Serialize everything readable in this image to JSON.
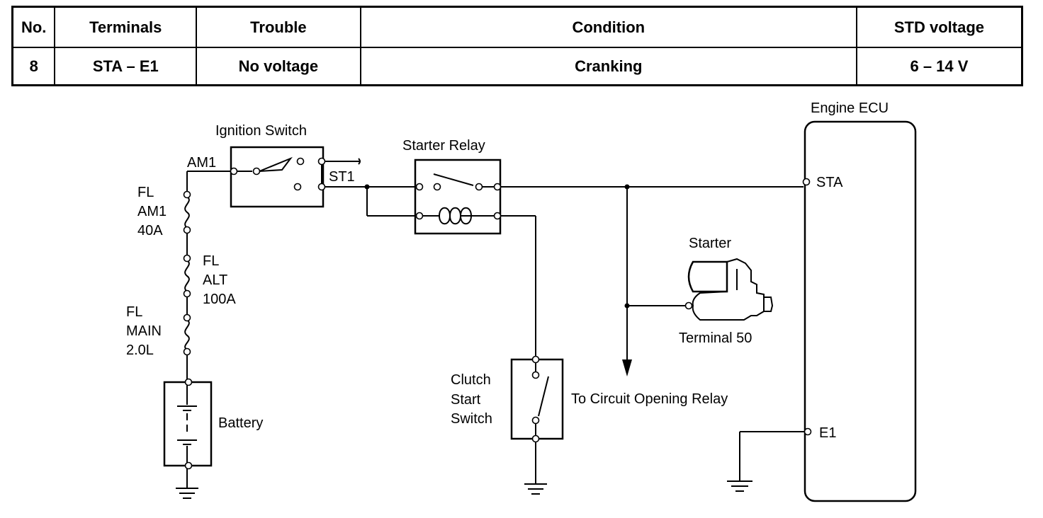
{
  "table": {
    "headers": [
      "No.",
      "Terminals",
      "Trouble",
      "Condition",
      "STD voltage"
    ],
    "row": {
      "no": "8",
      "terminals": "STA – E1",
      "trouble": "No voltage",
      "condition": "Cranking",
      "std_voltage": "6 – 14 V"
    }
  },
  "diagram": {
    "labels": {
      "ignition_switch": "Ignition Switch",
      "am1": "AM1",
      "st1": "ST1",
      "starter_relay": "Starter Relay",
      "engine_ecu": "Engine ECU",
      "sta": "STA",
      "e1": "E1",
      "starter": "Starter",
      "terminal_50": "Terminal 50",
      "to_circuit_opening_relay": "To Circuit Opening Relay",
      "battery": "Battery",
      "clutch_start_switch": [
        "Clutch",
        "Start",
        "Switch"
      ],
      "fuse_am1": [
        "FL",
        "AM1",
        "40A"
      ],
      "fuse_alt": [
        "FL",
        "ALT",
        "100A"
      ],
      "fuse_main": [
        "FL",
        "MAIN",
        "2.0L"
      ]
    }
  }
}
